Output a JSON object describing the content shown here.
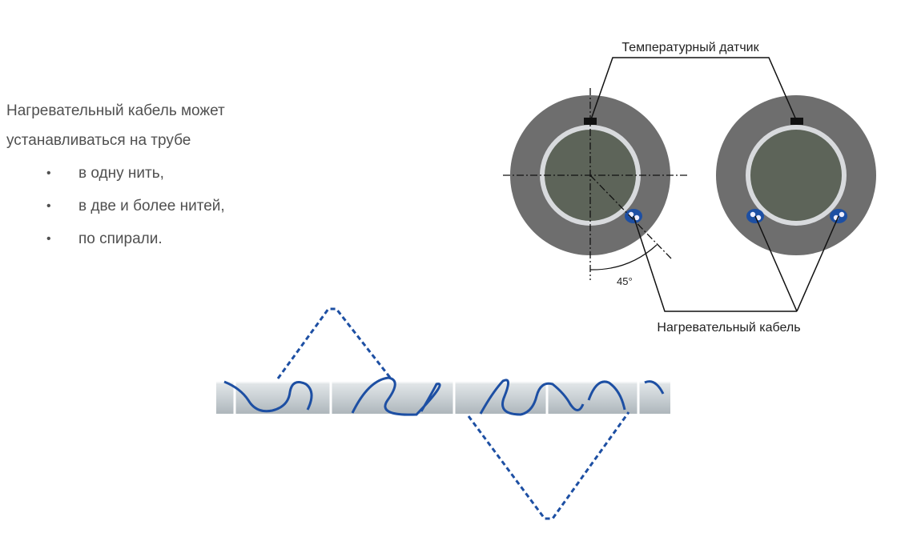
{
  "intro": {
    "text": "Нагревательный кабель может устанавливаться на трубе",
    "bullets": [
      "в одну нить,",
      "в две и более нитей,",
      "по спирали."
    ],
    "bullet_marker": "•"
  },
  "cross_section": {
    "sensor_label": "Температурный датчик",
    "cable_label": "Нагревательный кабель",
    "angle_label": "45°"
  },
  "colors": {
    "insulation": "#6e6e6e",
    "pipe_fill": "#5d6459",
    "pipe_ring": "#d8dadd",
    "cable_blue": "#1d4fa3",
    "pipe_body": "#cdd3d6"
  },
  "icons": [
    "bullet-dot"
  ]
}
